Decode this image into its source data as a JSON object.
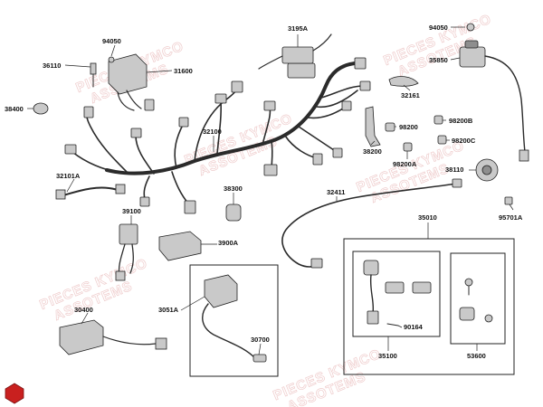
{
  "diagram": {
    "watermark_lines": [
      "PIECES KYMCO",
      "ASSOTEMS"
    ],
    "part_numbers": {
      "p94050a": "94050",
      "p36110": "36110",
      "p31600": "31600",
      "p38400": "38400",
      "p3195a": "3195A",
      "p94050b": "94050",
      "p35850": "35850",
      "p32161": "32161",
      "p98200": "98200",
      "p98200b": "98200B",
      "p98200c": "98200C",
      "p38200": "38200",
      "p98200a": "98200A",
      "p32100": "32100",
      "p32101a": "32101A",
      "p38110": "38110",
      "p38300": "38300",
      "p32411": "32411",
      "p95701a": "95701A",
      "p39100": "39100",
      "p3900a": "3900A",
      "p35010": "35010",
      "p30400": "30400",
      "p3051a": "3051A",
      "p30700": "30700",
      "p90164": "90164",
      "p35100": "35100",
      "p53600": "53600"
    }
  }
}
